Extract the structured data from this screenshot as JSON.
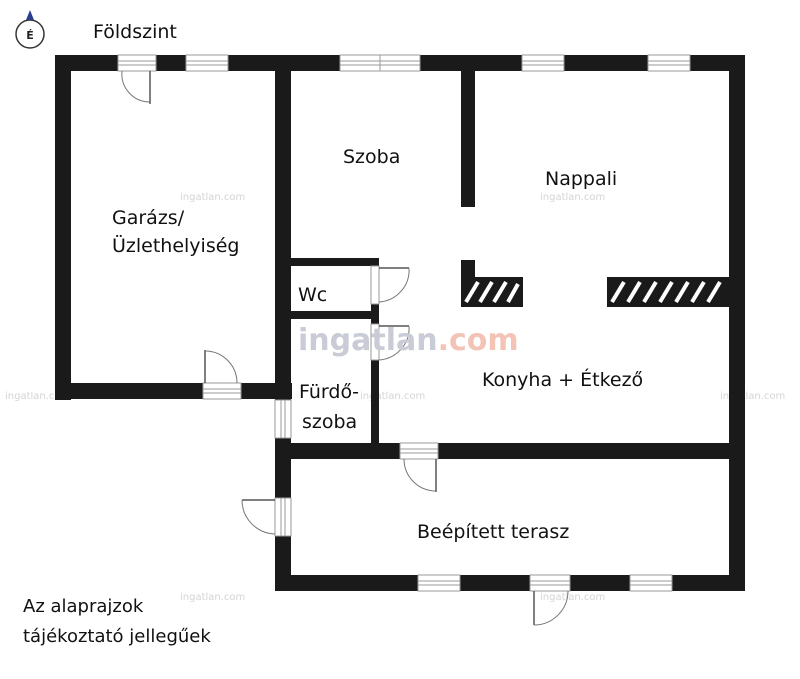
{
  "title": "Földszint",
  "compass_letter": "É",
  "rooms": {
    "garage_line1": "Garázs/",
    "garage_line2": "Üzlethelyiség",
    "room": "Szoba",
    "living": "Nappali",
    "wc": "Wc",
    "bath_line1": "Fürdő-",
    "bath_line2": "szoba",
    "kitchen": "Konyha + Étkező",
    "terrace": "Beépített terasz"
  },
  "note": {
    "line1": "Az alaprajzok",
    "line2": "tájékoztató jellegűek"
  },
  "watermark": {
    "part1": "ingatlan",
    "part2": ".com",
    "small": "ingatlan.com"
  },
  "colors": {
    "wall": "#1a1a1a",
    "watermark_gray": "#c9ccd6",
    "watermark_orange": "#f3c4b5"
  }
}
